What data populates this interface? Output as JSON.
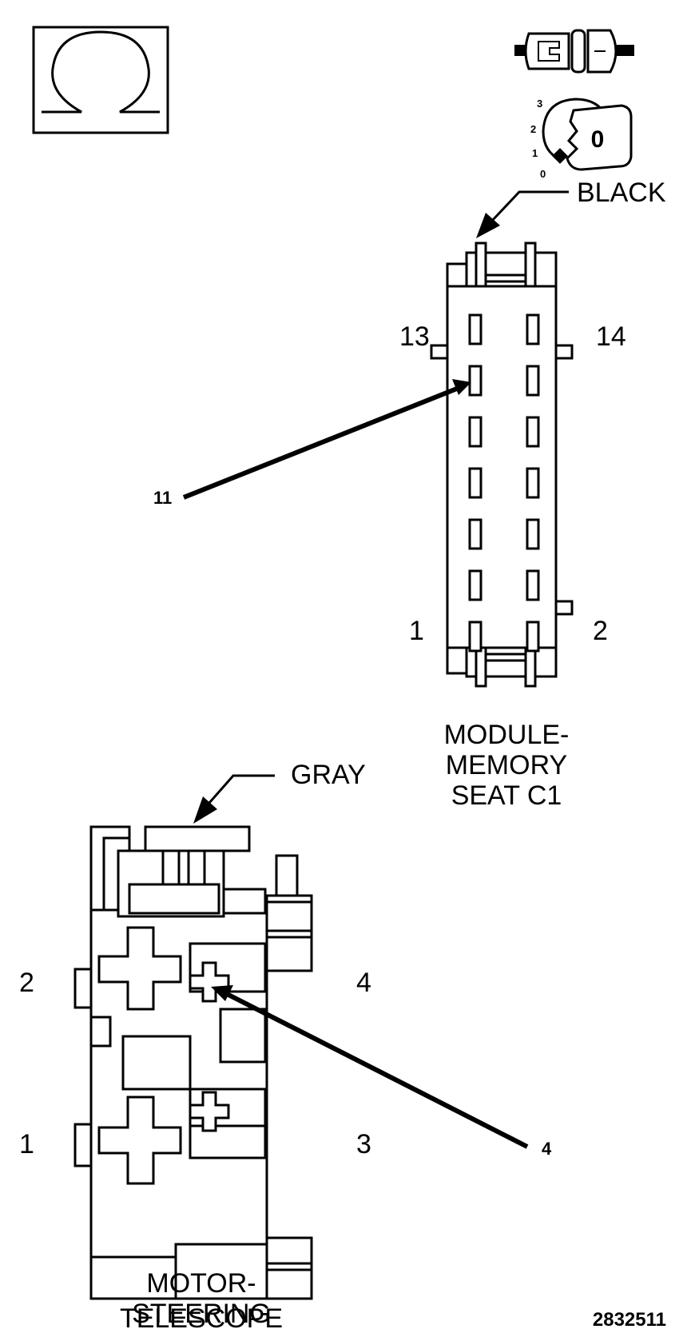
{
  "connector_c1": {
    "color_label": "BLACK",
    "pin_labels": {
      "top_left": "13",
      "top_right": "14",
      "bottom_left": "1",
      "bottom_right": "2"
    },
    "callout": "11",
    "title_lines": [
      "MODULE-",
      "MEMORY",
      "SEAT C1"
    ]
  },
  "connector_motor": {
    "color_label": "GRAY",
    "pin_labels": {
      "upper_left": "2",
      "upper_right": "4",
      "lower_left": "1",
      "lower_right": "3"
    },
    "callout": "4",
    "title_lines": [
      "MOTOR-",
      "STEERING",
      "TELESCOPE"
    ]
  },
  "ignition_positions": [
    "3",
    "2",
    "1",
    "0"
  ],
  "key_label": "0",
  "figure_id": "2832511",
  "icons": [
    "omega-resistance-icon",
    "connector-plug-icon",
    "ignition-key-icon"
  ]
}
